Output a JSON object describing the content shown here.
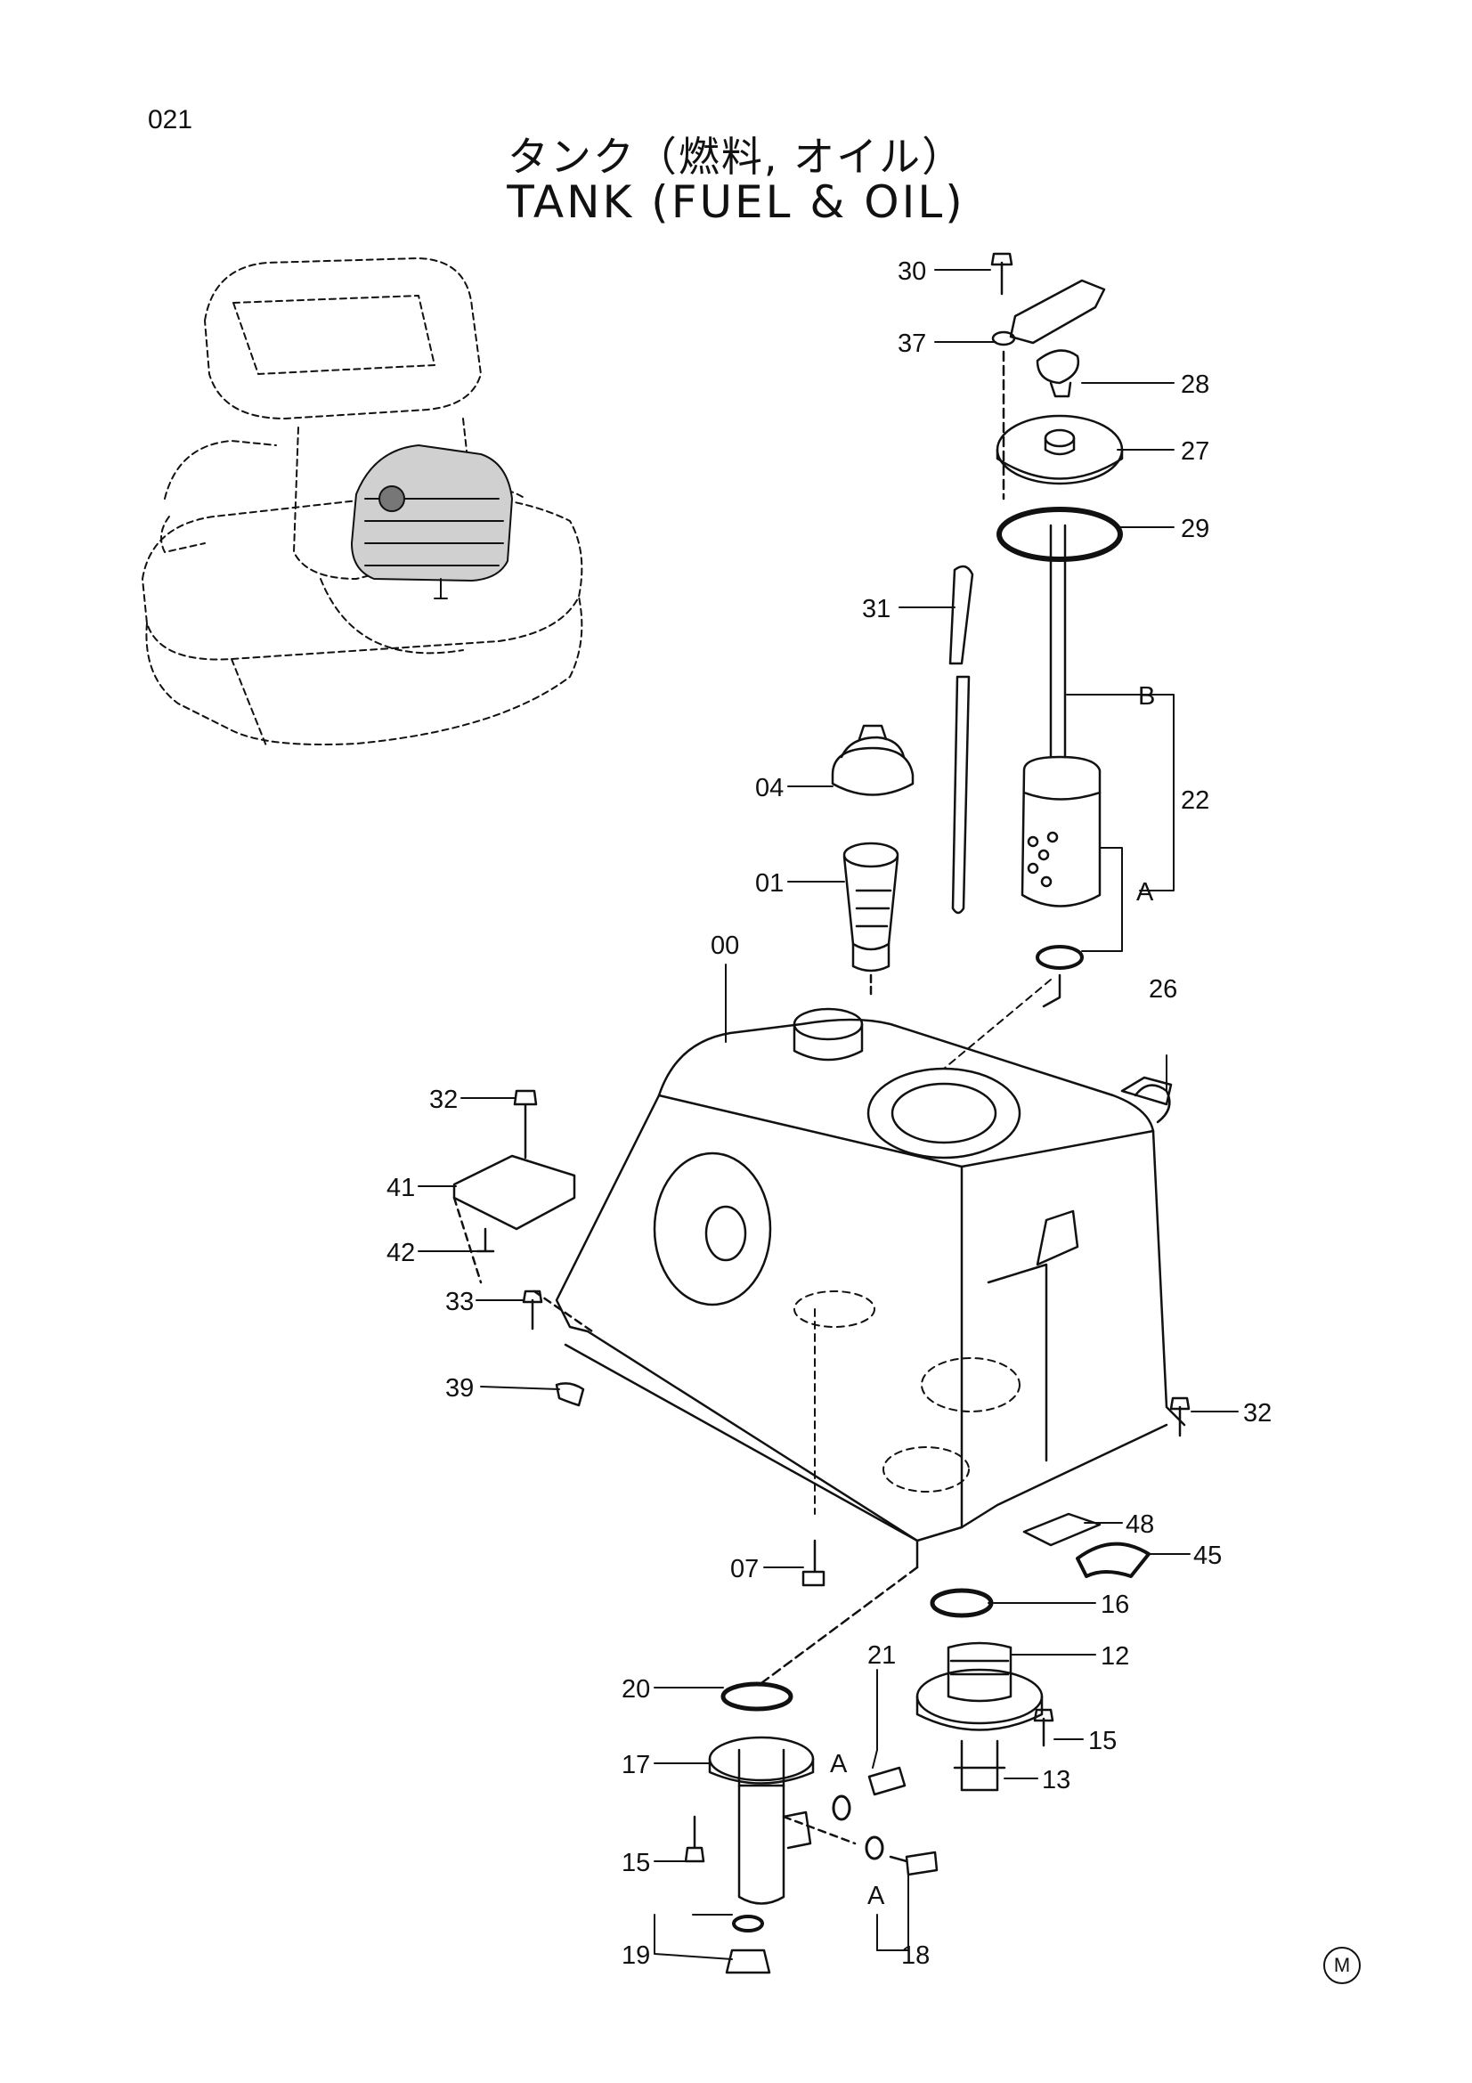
{
  "page": {
    "number": "021",
    "title_jp": "タンク（燃料, オイル）",
    "title_en": "TANK (FUEL & OIL)",
    "mark": "M"
  },
  "callouts": [
    "30",
    "37",
    "28",
    "27",
    "29",
    "31",
    "B",
    "22",
    "04",
    "A",
    "01",
    "00",
    "26",
    "32",
    "41",
    "42",
    "33",
    "39",
    "32",
    "48",
    "07",
    "45",
    "16",
    "12",
    "20",
    "21",
    "A",
    "15",
    "17",
    "13",
    "15",
    "A",
    "19",
    "18"
  ]
}
